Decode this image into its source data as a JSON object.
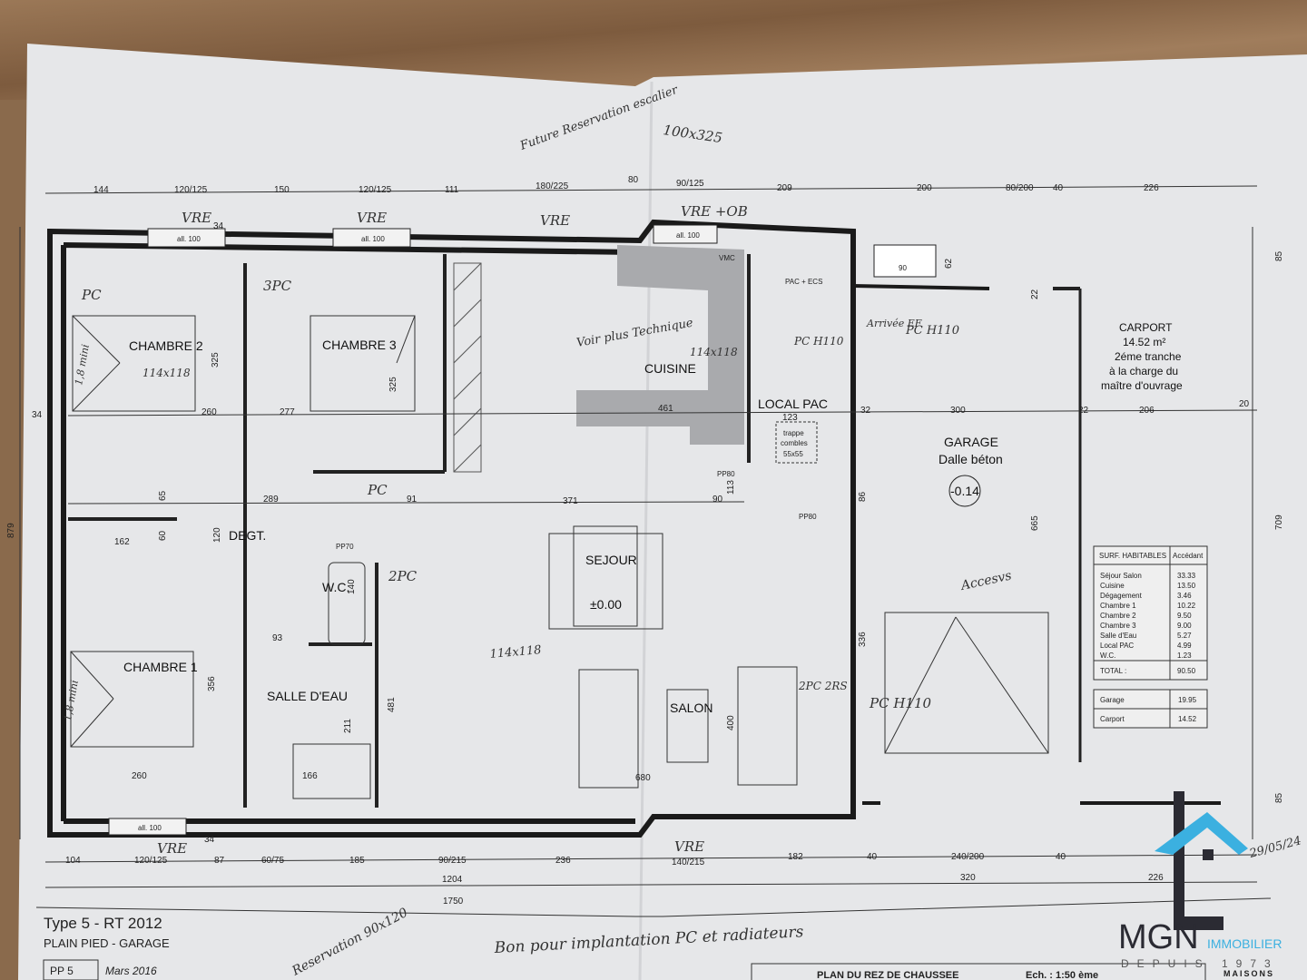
{
  "plan": {
    "top_dims": [
      "144",
      "120/125",
      "150",
      "120/125",
      "111",
      "180/225",
      "80",
      "90/125",
      "209",
      "200",
      "80/200",
      "40",
      "226"
    ],
    "bottom_dims": [
      "104",
      "120/125",
      "87",
      "60/75",
      "185",
      "90/215",
      "236",
      "140/215",
      "182",
      "40",
      "240/200",
      "40"
    ],
    "bottom_totals": [
      "1204",
      "320",
      "226",
      "1750"
    ],
    "side_dims": {
      "left_total": "879",
      "right_total": "709",
      "right_top": "85",
      "right_bottom": "85",
      "left_34": "34",
      "garage_665": "665",
      "carport_20": "20"
    },
    "inner_dims": [
      "260",
      "277",
      "461",
      "32",
      "300",
      "22",
      "206",
      "289",
      "91",
      "371",
      "90",
      "113",
      "162",
      "60",
      "65",
      "120",
      "93",
      "356",
      "325",
      "325",
      "481",
      "211",
      "400",
      "680",
      "336",
      "86",
      "123",
      "260",
      "166",
      "34",
      "34",
      "62",
      "90",
      "22",
      "140"
    ],
    "windows": [
      "all. 100",
      "all. 100",
      "all. 100",
      "all. 100"
    ],
    "rooms": {
      "chambre2": "CHAMBRE 2",
      "chambre3": "CHAMBRE 3",
      "chambre1": "CHAMBRE 1",
      "cuisine": "CUISINE",
      "local_pac": "LOCAL PAC",
      "degt": "DEGT.",
      "wc": "W.C.",
      "salle_eau": "SALLE D'EAU",
      "sejour": "SEJOUR",
      "sejour_level": "±0.00",
      "salon": "SALON",
      "garage": "GARAGE",
      "garage_sub": "Dalle béton",
      "garage_level": "-0.14",
      "trappe": "trappe",
      "combles": "combles",
      "trappe_size": "55x55",
      "pac_ecs": "PAC + ECS",
      "vmc": "VMC",
      "pp80": "PP80",
      "pp70": "PP70"
    },
    "carport": [
      "CARPORT",
      "14.52 m²",
      "2éme tranche",
      "à la charge du",
      "maître d'ouvrage"
    ],
    "surfaces": {
      "header": "SURF. HABITABLES",
      "col": "Accédant",
      "rows": [
        [
          "Séjour Salon",
          "33.33"
        ],
        [
          "Cuisine",
          "13.50"
        ],
        [
          "Dégagement",
          "3.46"
        ],
        [
          "Chambre 1",
          "10.22"
        ],
        [
          "Chambre 2",
          "9.50"
        ],
        [
          "Chambre 3",
          "9.00"
        ],
        [
          "Salle d'Eau",
          "5.27"
        ],
        [
          "Local PAC",
          "4.99"
        ],
        [
          "W.C.",
          "1.23"
        ]
      ],
      "total_label": "TOTAL :",
      "total": "90.50",
      "extra": [
        [
          "Garage",
          "19.95"
        ],
        [
          "Carport",
          "14.52"
        ]
      ]
    },
    "title_block": {
      "type": "Type 5  -  RT 2012",
      "sub": "PLAIN PIED - GARAGE",
      "pp": "PP 5",
      "date": "Mars 2016",
      "plan_name": "PLAN DU REZ DE CHAUSSEE",
      "scale": "Ech. : 1:50 ème",
      "maisons": "MAISONS"
    }
  },
  "handwriting": [
    "Future Reservation escalier",
    "100x325",
    "VRE",
    "VRE",
    "VRE",
    "VRE +OB",
    "VRE",
    "VRE",
    "3PC",
    "PC",
    "PC",
    "Voir plus Technique",
    "114x118",
    "114x118",
    "114x118",
    "PC H110",
    "PC H110",
    "Arrivée EF",
    "Accesvs",
    "2PC",
    "PC H110",
    "2PC 2RS",
    "Reservation 90x120",
    "Bon pour implantation PC et radiateurs",
    "1,8 mini",
    "1,8 mini",
    "29/05/24"
  ],
  "logo": {
    "name": "MGN",
    "sub": "IMMOBILIER",
    "since": "DEPUIS 1973",
    "accent": "#3bb0e0",
    "dark": "#2b2b33"
  }
}
